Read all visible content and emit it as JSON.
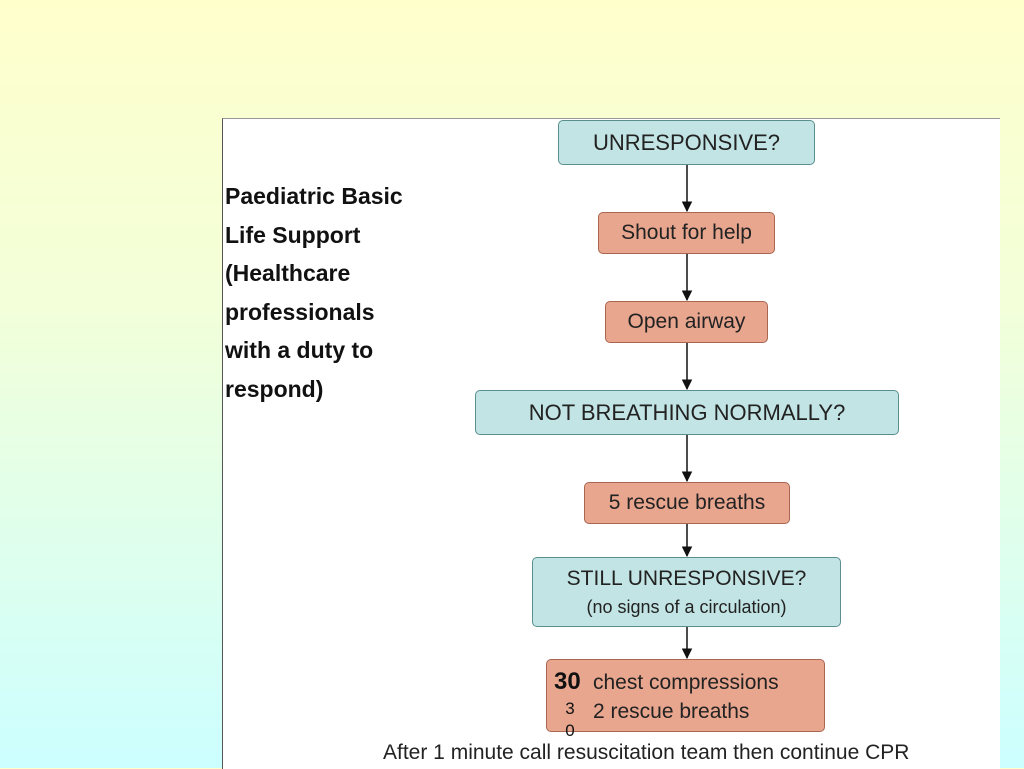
{
  "side_title": {
    "lines": [
      "Paediatric  Basic",
      "Life Support",
      "(Healthcare",
      "professionals",
      "with a duty to",
      "respond)"
    ]
  },
  "nodes": {
    "unresponsive": "UNRESPONSIVE?",
    "shout": "Shout for help",
    "airway": "Open airway",
    "not_breathing": "NOT BREATHING NORMALLY?",
    "rescue_breaths": "5 rescue breaths",
    "still_unresponsive": "STILL UNRESPONSIVE?",
    "still_unresponsive_sub": "(no signs of a circulation)",
    "compressions_number": "30",
    "compressions_text": "chest compressions",
    "breaths_text": "2 rescue breaths",
    "stacked_digit_1": "3",
    "stacked_digit_2": "0"
  },
  "footer": "After 1 minute call resuscitation team then continue CPR",
  "colors": {
    "question_fill": "#c2e4e4",
    "action_fill": "#e8a68f"
  }
}
